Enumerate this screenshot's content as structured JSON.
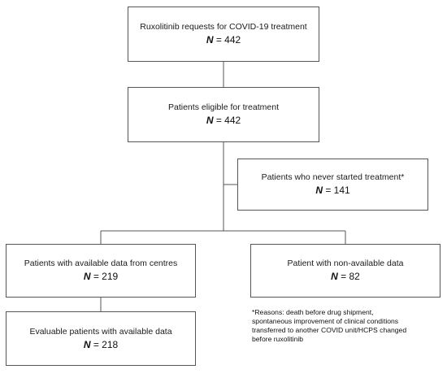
{
  "boxes": {
    "requests": {
      "label": "Ruxolitinib requests for COVID-19 treatment",
      "n_symbol": "N",
      "n_text": " = 442"
    },
    "eligible": {
      "label": "Patients eligible for treatment",
      "n_symbol": "N",
      "n_text": " = 442"
    },
    "never": {
      "label": "Patients who never started treatment*",
      "n_symbol": "N",
      "n_text": " = 141"
    },
    "available": {
      "label": "Patients with available data from centres",
      "n_symbol": "N",
      "n_text": " = 219"
    },
    "nonavail": {
      "label": "Patient with non-available data",
      "n_symbol": "N",
      "n_text": " = 82"
    },
    "evaluable": {
      "label": "Evaluable patients with available data",
      "n_symbol": "N",
      "n_text": " = 218"
    }
  },
  "footnote": {
    "lines": [
      "*Reasons: death before drug shipment,",
      "spontaneous improvement of clinical conditions",
      "transferred to another COVID unit/HCPS changed",
      "before ruxolitinib"
    ]
  },
  "colors": {
    "line": "#555555",
    "border": "#555555"
  }
}
